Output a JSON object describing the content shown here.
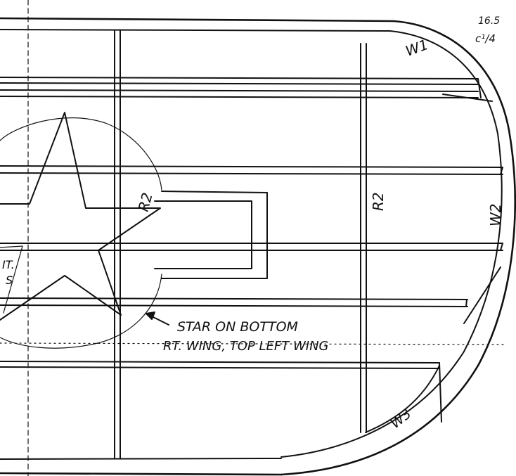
{
  "drawing": {
    "ink_color": "#111111",
    "paper_color": "#ffffff",
    "scale_note": {
      "line1": "16.5",
      "line2": "c¹/4"
    },
    "ribs": [
      {
        "label": "R2"
      },
      {
        "label": "R2"
      }
    ],
    "wingtip_parts": [
      {
        "label": "W1"
      },
      {
        "label": "W2"
      },
      {
        "label": "W3"
      }
    ],
    "partial_label": {
      "line1": "IT.",
      "line2": "S"
    },
    "insignia_note": {
      "line1": "STAR ON BOTTOM",
      "line2": "RT. WING, TOP LEFT WING"
    }
  }
}
